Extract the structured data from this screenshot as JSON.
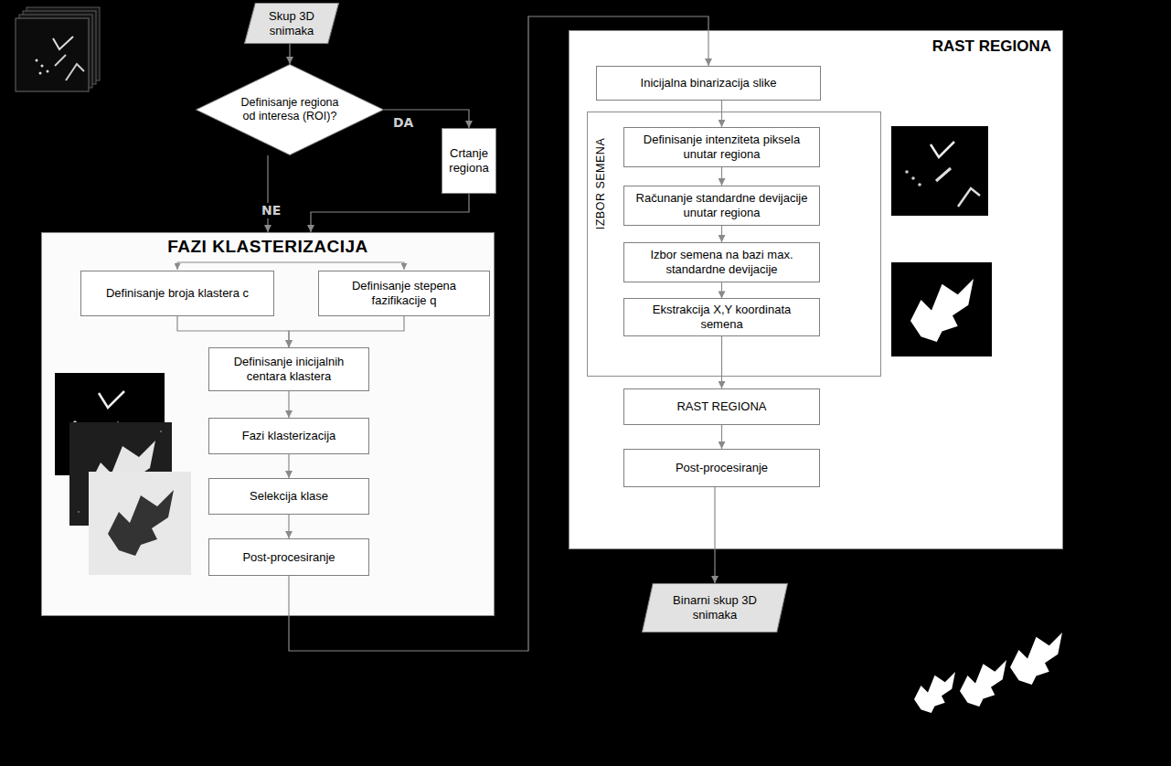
{
  "diagram": {
    "nodes": [
      {
        "text": [
          "Skup 3D snimaka"
        ]
      },
      {
        "text": [
          "Definisanje regiona od interesa (ROI)?"
        ]
      },
      {
        "text": [
          "Crtanje regiona"
        ]
      },
      {
        "text": [
          "FAZI KLASTERIZACIJA"
        ]
      },
      {
        "text": [
          "Definisanje broja klastera c"
        ],
        "in": 3
      },
      {
        "text": [
          "Definisanje stepena fazifikacije q"
        ],
        "in": 3
      },
      {
        "text": [
          "Definisanje inicijalnih centara klastera"
        ],
        "in": 3
      },
      {
        "text": [
          "Fazi klasterizacija"
        ],
        "in": 3
      },
      {
        "text": [
          "Selekcija klase"
        ],
        "in": 3
      },
      {
        "text": [
          "Post-procesiranje"
        ],
        "in": 3
      },
      {
        "text": [
          "RAST REGIONA"
        ]
      },
      {
        "text": [
          "Inicijalna binarizacija slike"
        ],
        "in": 10
      },
      {
        "text": [
          "IZBOR SEMENA"
        ],
        "in": 10
      },
      {
        "text": [
          "Definisanje intenziteta piksela unutar regiona"
        ],
        "in": 12
      },
      {
        "text": [
          "Računanje standardne devijacije unutar regiona"
        ],
        "in": 12
      },
      {
        "text": [
          "Izbor semena na bazi max. standardne devijacije"
        ],
        "in": 12
      },
      {
        "text": [
          "Ekstrakcija X,Y koordinata semena"
        ],
        "in": 12
      },
      {
        "text": [
          "RAST REGIONA"
        ],
        "in": 10
      },
      {
        "text": [
          "Post-procesiranje"
        ],
        "in": 10
      },
      {
        "text": [
          "Binarni skup 3D snimaka"
        ]
      }
    ],
    "edges": [
      {
        "from": 0,
        "to": 1,
        "arrow": "to"
      },
      {
        "from": 1,
        "to": 2,
        "label": "DA",
        "arrow": "to"
      },
      {
        "from": 1,
        "to": 3,
        "label": "NE",
        "arrow": "to"
      },
      {
        "from": 2,
        "to": 3,
        "arrow": "to"
      },
      {
        "from": 4,
        "to": 6,
        "arrow": "to"
      },
      {
        "from": 5,
        "to": 6,
        "arrow": "to"
      },
      {
        "from": 6,
        "to": 7,
        "arrow": "to"
      },
      {
        "from": 7,
        "to": 8,
        "arrow": "to"
      },
      {
        "from": 8,
        "to": 9,
        "arrow": "to"
      },
      {
        "from": 9,
        "to": 11,
        "arrow": "to"
      },
      {
        "from": 11,
        "to": 13,
        "arrow": "to"
      },
      {
        "from": 13,
        "to": 14,
        "arrow": "to"
      },
      {
        "from": 14,
        "to": 15,
        "arrow": "to"
      },
      {
        "from": 15,
        "to": 16,
        "arrow": "to"
      },
      {
        "from": 16,
        "to": 17,
        "arrow": "to"
      },
      {
        "from": 17,
        "to": 18,
        "arrow": "to"
      },
      {
        "from": 18,
        "to": 19,
        "arrow": "to"
      }
    ]
  }
}
